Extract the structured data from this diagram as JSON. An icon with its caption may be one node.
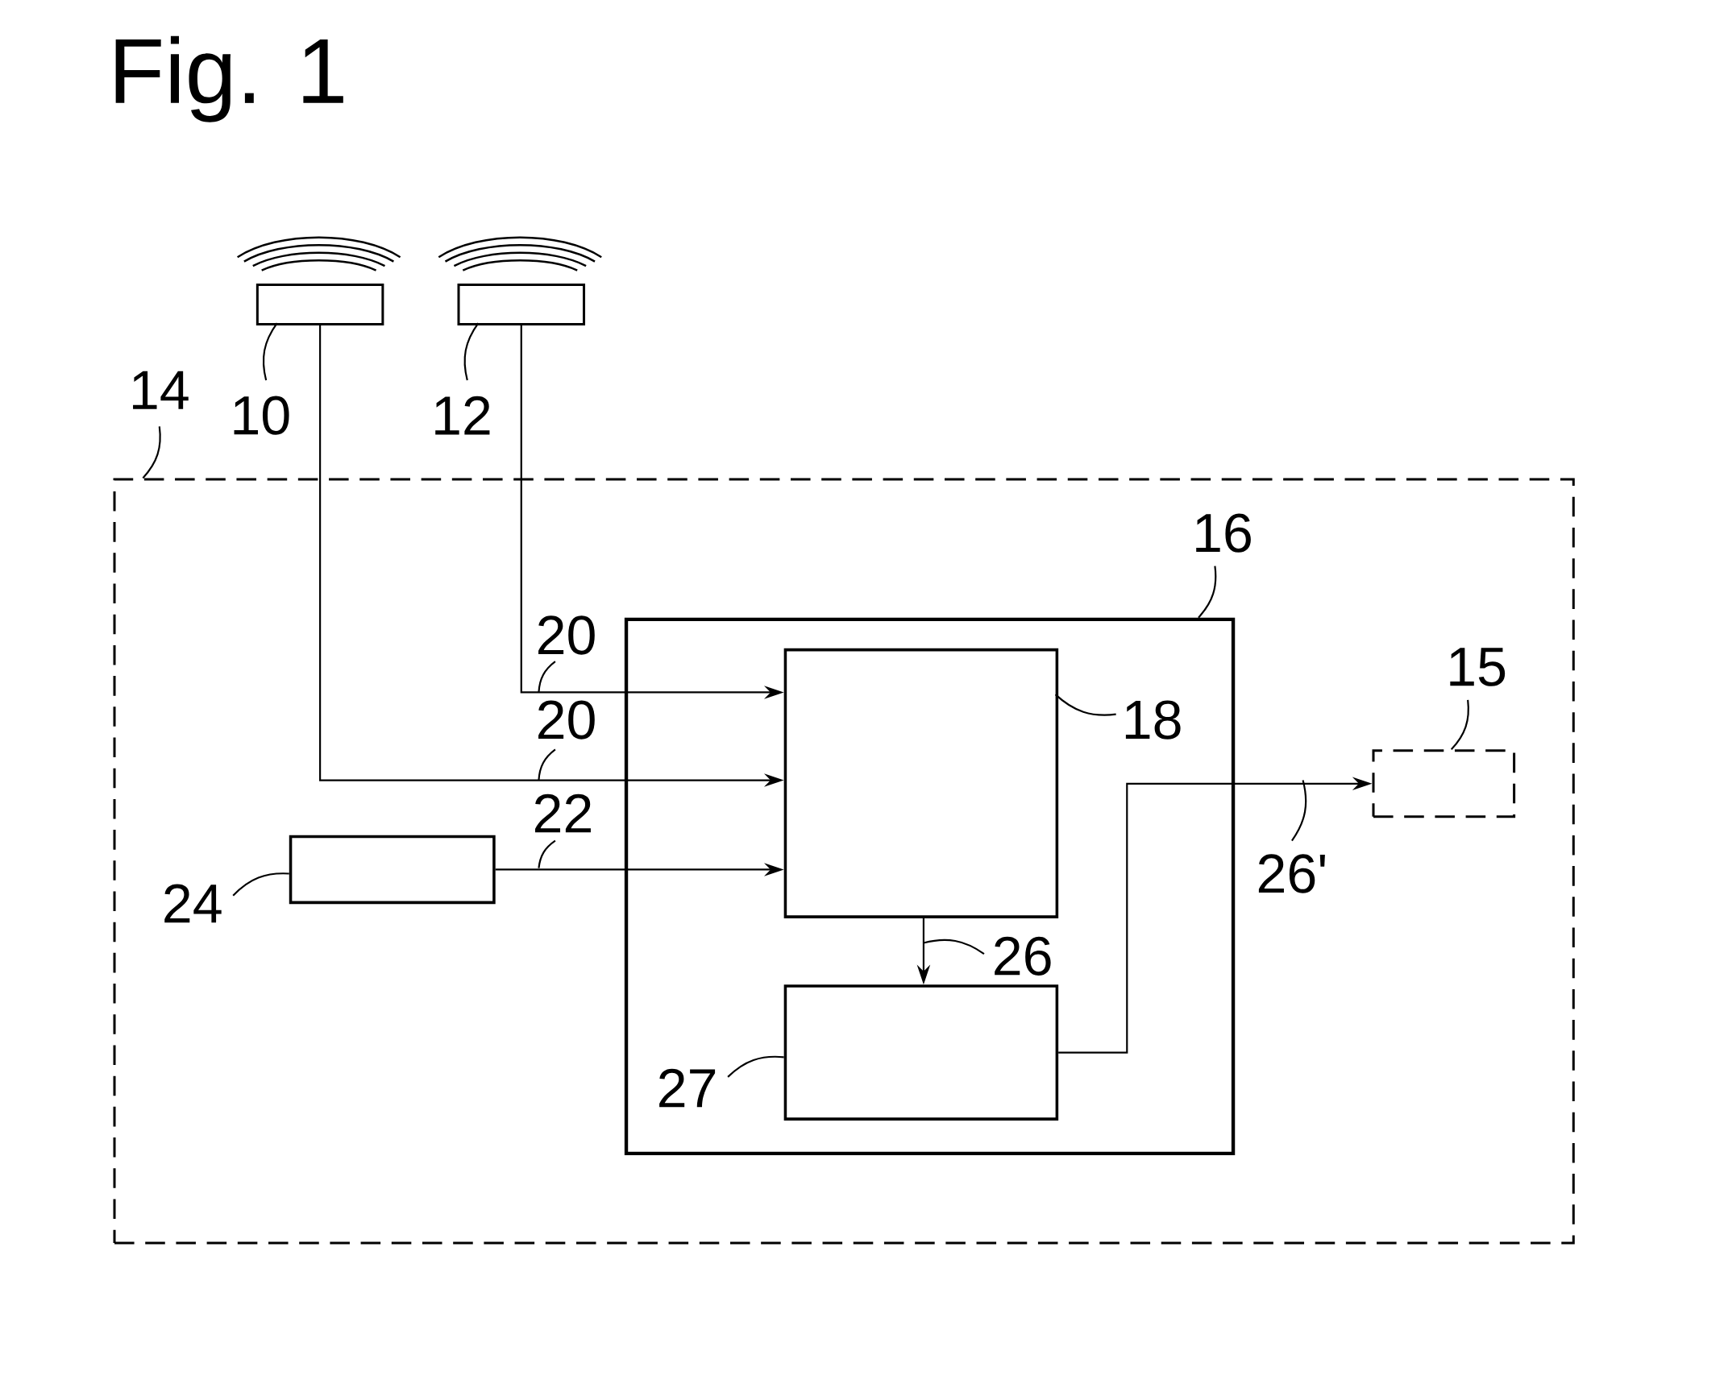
{
  "diagram": {
    "title": "Fig. 1",
    "nodes": [
      {
        "text": [],
        "shape": "box"
      },
      {
        "text": [],
        "shape": "box"
      },
      {
        "text": [],
        "shape": "box"
      },
      {
        "text": [],
        "shape": "box",
        "in": 2
      },
      {
        "text": [],
        "shape": "box",
        "in": 2
      },
      {
        "text": [],
        "shape": "box",
        "in": 4
      },
      {
        "text": [],
        "shape": "box",
        "in": 4
      },
      {
        "text": [],
        "shape": "box",
        "in": 2
      },
      {
        "text": [
          "10"
        ]
      },
      {
        "text": [
          "12"
        ]
      },
      {
        "text": [
          "14"
        ]
      },
      {
        "text": [
          "24"
        ],
        "in": 2
      },
      {
        "text": [
          "16"
        ],
        "in": 2
      },
      {
        "text": [
          "18"
        ],
        "in": 4
      },
      {
        "text": [
          "27"
        ],
        "in": 4
      },
      {
        "text": [
          "15"
        ],
        "in": 2
      }
    ],
    "edges": [
      {
        "from": 1,
        "to": 5,
        "arrow": "to",
        "label": "20"
      },
      {
        "from": 0,
        "to": 5,
        "arrow": "to",
        "label": "20"
      },
      {
        "from": 3,
        "to": 5,
        "arrow": "to",
        "label": "22"
      },
      {
        "from": 5,
        "to": 6,
        "arrow": "to",
        "label": "26"
      },
      {
        "from": 6,
        "to": 7,
        "arrow": "to",
        "label": "26'"
      },
      {
        "from": 8,
        "to": 0,
        "arrow": "none"
      },
      {
        "from": 9,
        "to": 1,
        "arrow": "none"
      },
      {
        "from": 10,
        "to": 2,
        "arrow": "none"
      },
      {
        "from": 11,
        "to": 3,
        "arrow": "none"
      },
      {
        "from": 12,
        "to": 4,
        "arrow": "none"
      },
      {
        "from": 13,
        "to": 5,
        "arrow": "none"
      },
      {
        "from": 14,
        "to": 6,
        "arrow": "none"
      },
      {
        "from": 15,
        "to": 7,
        "arrow": "none"
      }
    ]
  }
}
